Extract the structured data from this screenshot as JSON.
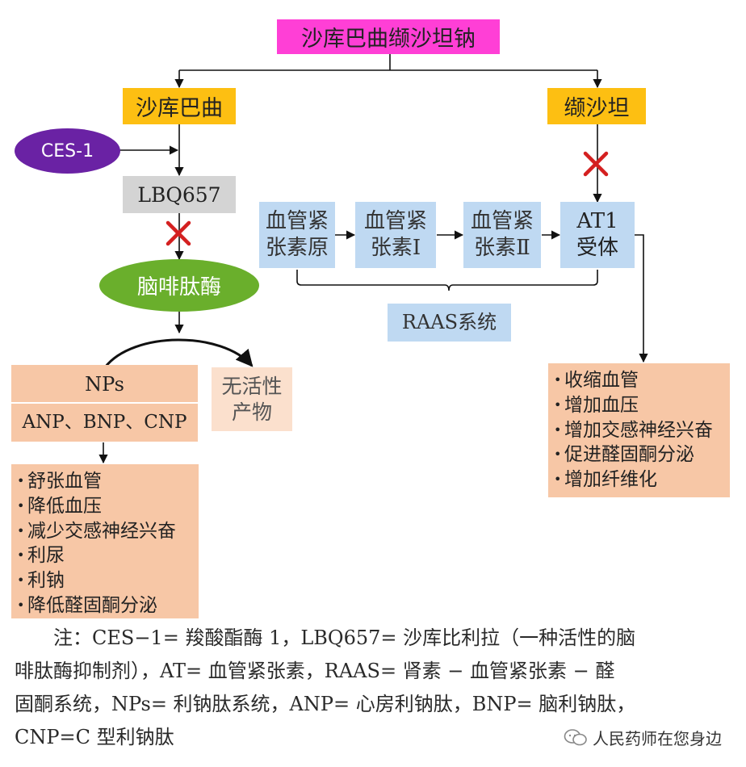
{
  "title": "沙库巴曲缬沙坦钠",
  "sacubitril": "沙库巴曲",
  "valsartan": "缬沙坦",
  "ces1": "CES-1",
  "lbq657": "LBQ657",
  "neprilysin": "脑啡肽酶",
  "nps_title": "NPs",
  "nps_types": "ANP、BNP、CNP",
  "inactive_line1": "无活性",
  "inactive_line2": "产物",
  "raas_steps": [
    {
      "line1": "血管紧",
      "line2": "张素原"
    },
    {
      "line1": "血管紧",
      "line2": "张素Ⅰ"
    },
    {
      "line1": "血管紧",
      "line2": "张素Ⅱ"
    },
    {
      "line1": "AT1",
      "line2": "受体"
    }
  ],
  "raas_label": "RAAS系统",
  "nps_effects": [
    "舒张血管",
    "降低血压",
    "减少交感神经兴奋",
    "利尿",
    "利钠",
    "降低醛固酮分泌"
  ],
  "at1_effects": [
    "收缩血管",
    "增加血压",
    "增加交感神经兴奋",
    "促进醛固酮分泌",
    "增加纤维化"
  ],
  "note_lines": [
    "注：CES−1= 羧酸酯酶 1，LBQ657= 沙库比利拉（一种活性的脑",
    "啡肽酶抑制剂），AT= 血管紧张素，RAAS= 肾素 − 血管紧张素 − 醛",
    "固酮系统，NPs= 利钠肽系统，ANP= 心房利钠肽，BNP= 脑利钠肽，",
    "CNP=C 型利钠肽"
  ],
  "watermark": "人民药师在您身边",
  "colors": {
    "title_bg": "#ff3fd6",
    "drug_bg": "#fdbf12",
    "lbq_bg": "#d4d4d4",
    "ces_bg": "#6a22a4",
    "neprilysin_bg": "#6aaf2c",
    "raas_bg": "#bfd9f2",
    "effect_bg": "#f7c7a6",
    "inhibit_mark": "#d42020"
  }
}
